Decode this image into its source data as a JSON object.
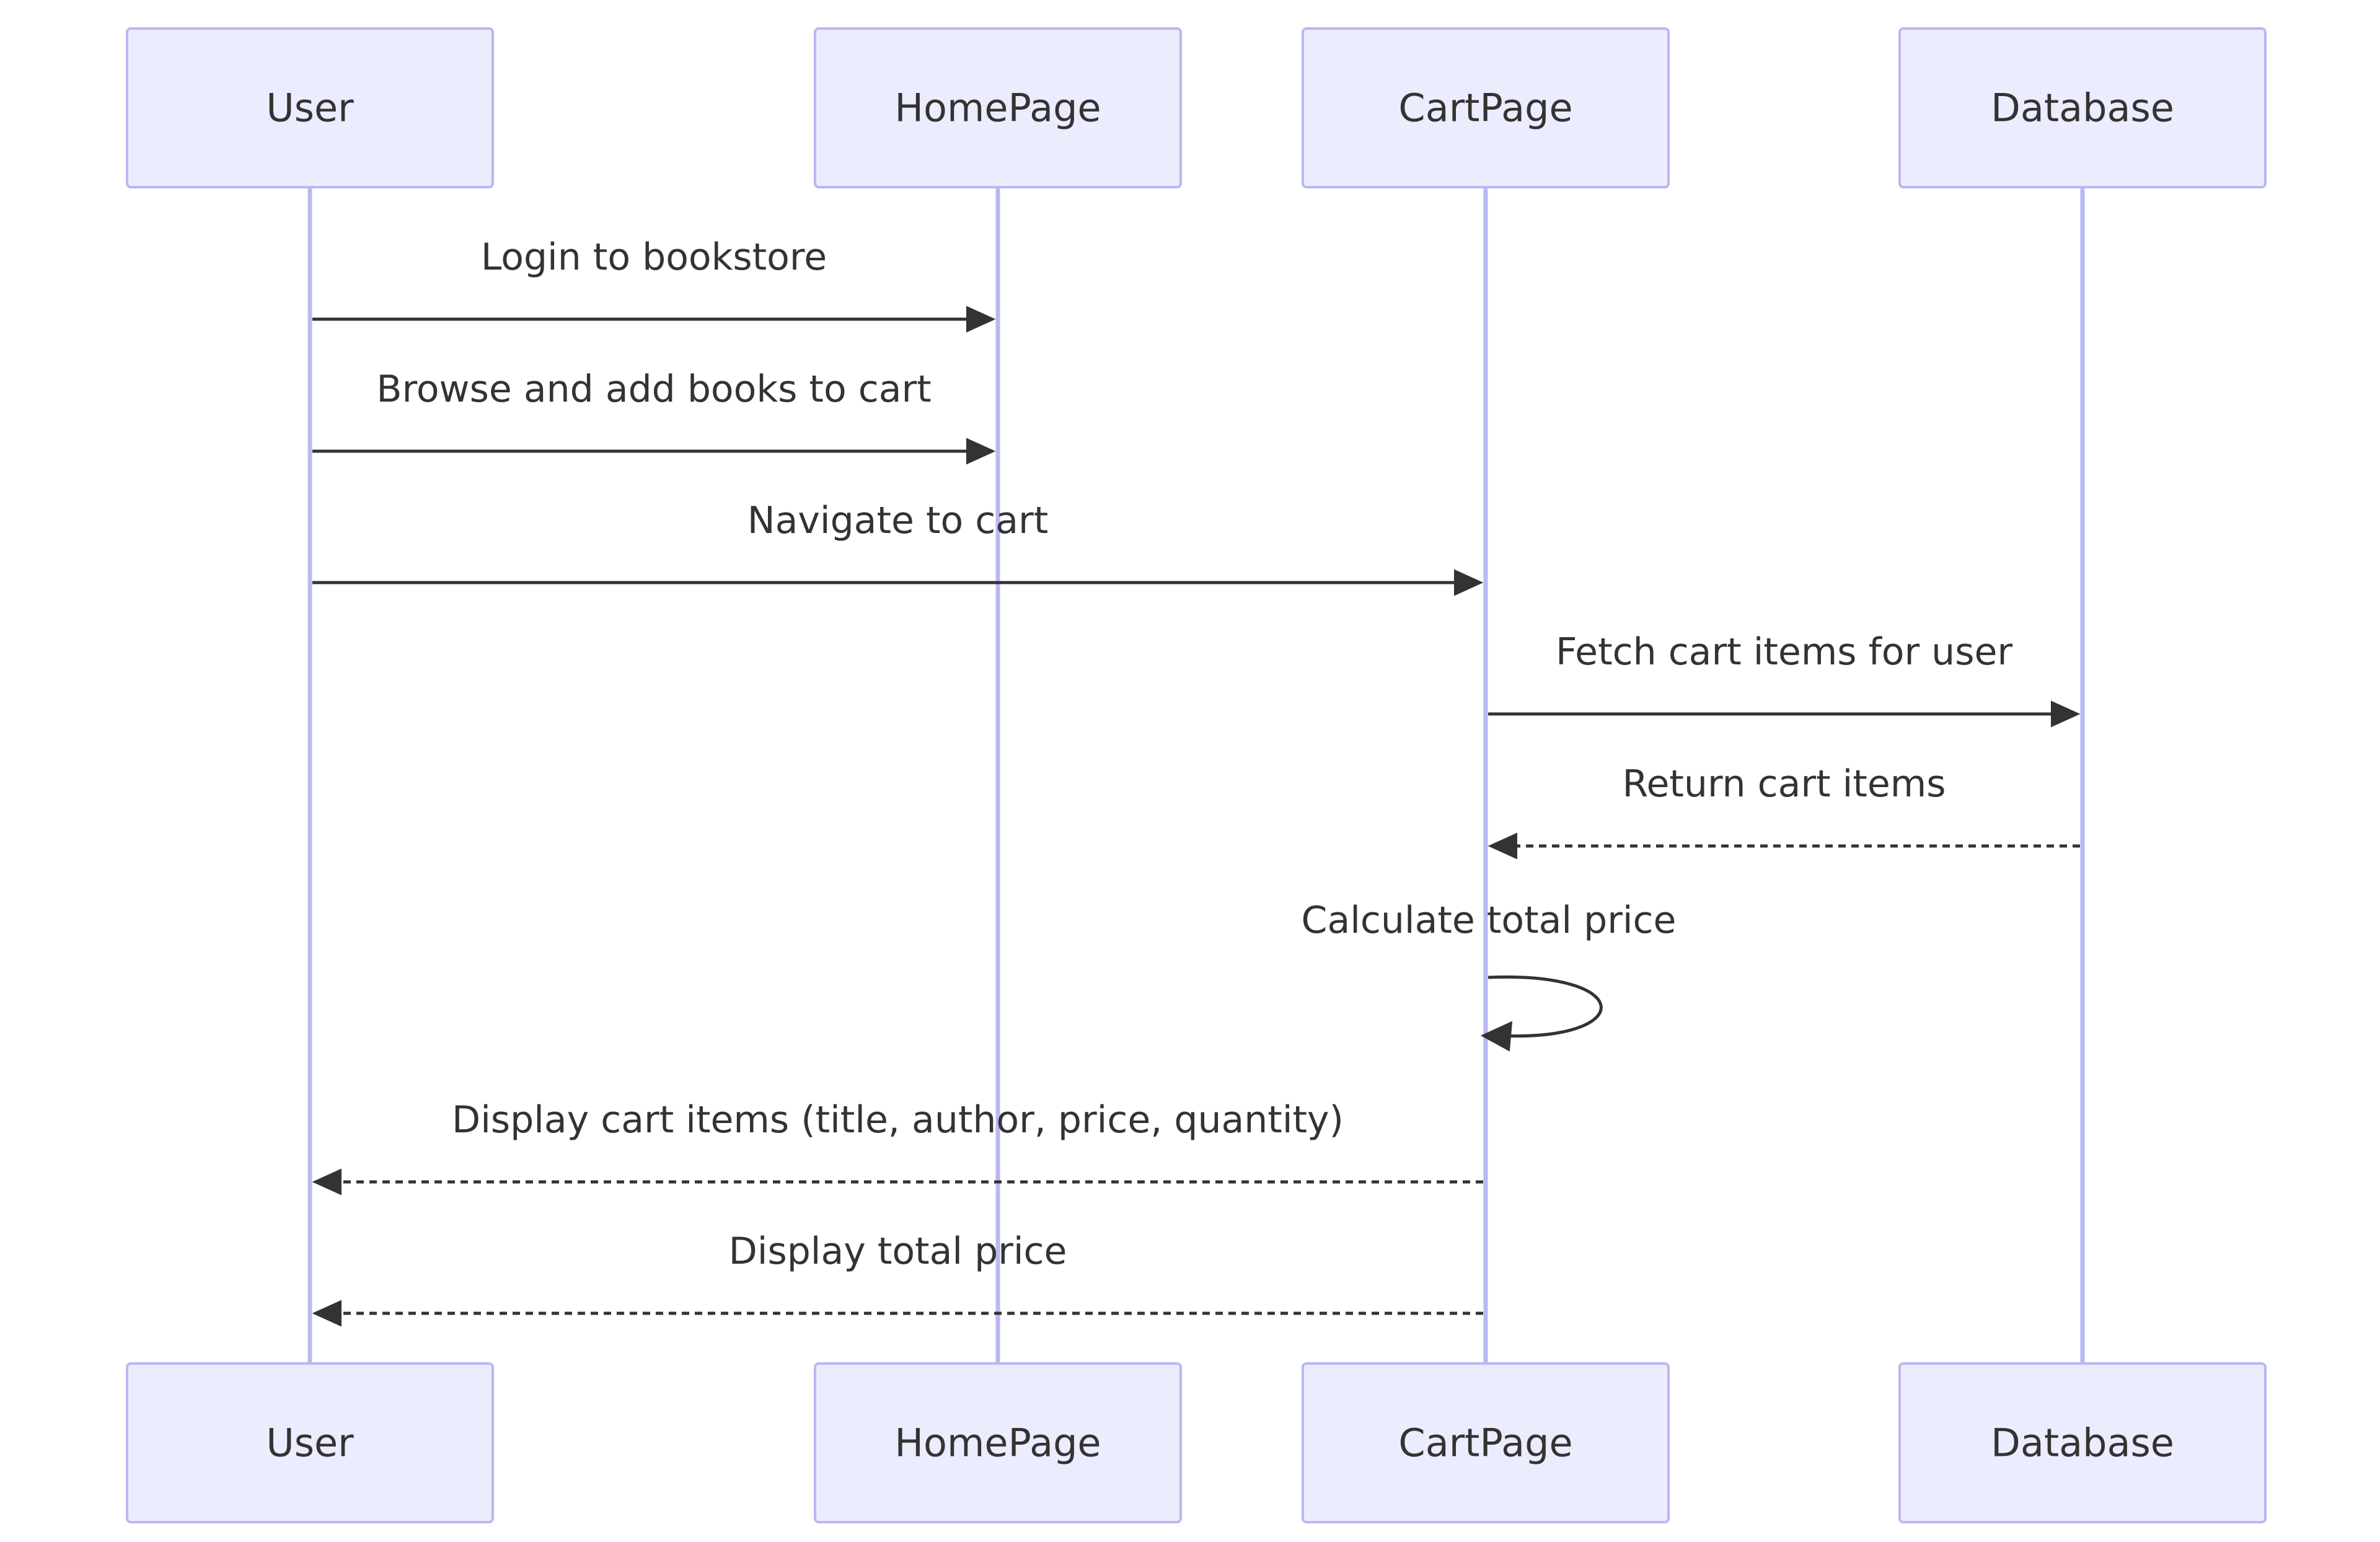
{
  "diagram": {
    "type": "sequence",
    "participants": [
      {
        "id": "user",
        "label": "User"
      },
      {
        "id": "homepage",
        "label": "HomePage"
      },
      {
        "id": "cartpage",
        "label": "CartPage"
      },
      {
        "id": "database",
        "label": "Database"
      }
    ],
    "messages": [
      {
        "from": "user",
        "to": "homepage",
        "label": "Login to bookstore",
        "style": "solid"
      },
      {
        "from": "user",
        "to": "homepage",
        "label": "Browse and add books to cart",
        "style": "solid"
      },
      {
        "from": "user",
        "to": "cartpage",
        "label": "Navigate to cart",
        "style": "solid"
      },
      {
        "from": "cartpage",
        "to": "database",
        "label": "Fetch cart items for user",
        "style": "solid"
      },
      {
        "from": "database",
        "to": "cartpage",
        "label": "Return cart items",
        "style": "dashed"
      },
      {
        "from": "cartpage",
        "to": "cartpage",
        "label": "Calculate total price",
        "style": "solid"
      },
      {
        "from": "cartpage",
        "to": "user",
        "label": "Display cart items (title, author, price, quantity)",
        "style": "dashed"
      },
      {
        "from": "cartpage",
        "to": "user",
        "label": "Display total price",
        "style": "dashed"
      }
    ]
  },
  "colors": {
    "actor_fill": "#ececff",
    "actor_border": "#b8b8f4",
    "lifeline": "#b8b8f4",
    "message": "#333333",
    "text": "#333333"
  }
}
